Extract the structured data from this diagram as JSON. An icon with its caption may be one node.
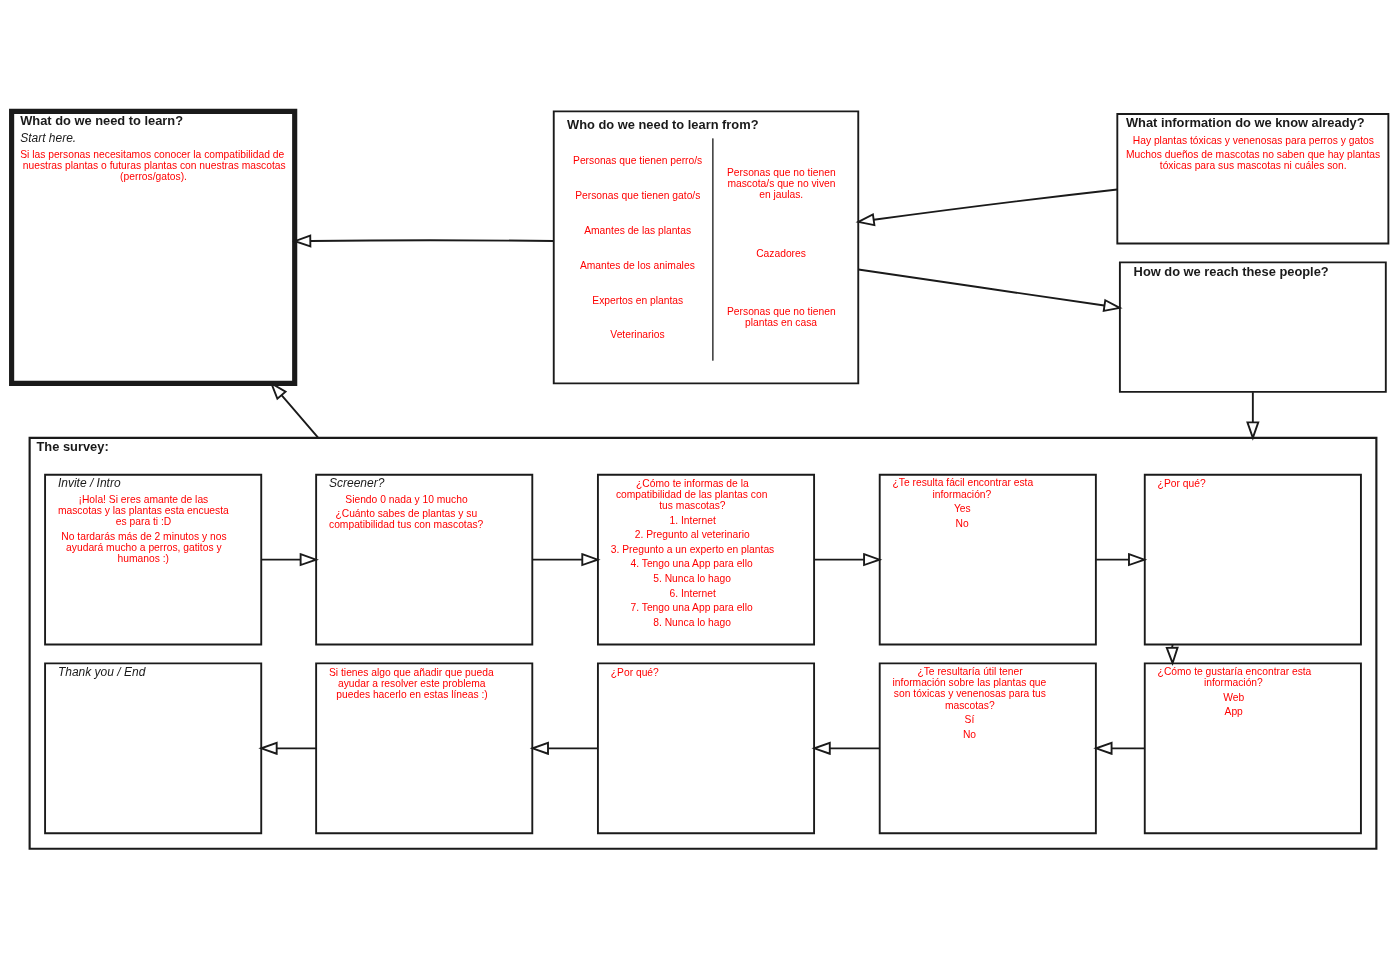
{
  "diagram": {
    "nodes": [
      {
        "text": [
          "What do we need to learn?",
          "Start here.",
          "Si las personas necesitamos conocer la compatibilidad de nuestras plantas o futuras plantas con nuestras mascotas (perros/gatos)."
        ]
      },
      {
        "text": [
          "Who do we need to learn from?",
          "Personas que tienen perro/s",
          "Personas que tienen gato/s",
          "Amantes de las plantas",
          "Amantes de los animales",
          "Expertos en plantas",
          "Veterinarios",
          "Personas que no tienen mascota/s que no viven en jaulas.",
          "Cazadores",
          "Personas que no tienen plantas en casa"
        ]
      },
      {
        "text": [
          "What information do we know already?",
          "Hay plantas tóxicas y venenosas para perros y gatos",
          "Muchos dueños de mascotas no saben que hay plantas tóxicas para sus mascotas ni cuáles son."
        ]
      },
      {
        "text": [
          "How do we reach these people?"
        ]
      },
      {
        "text": [
          "The survey:"
        ]
      },
      {
        "text": [
          "Invite / Intro",
          "¡Hola! Si eres amante de las mascotas y las plantas esta encuesta es para ti :D",
          "No tardarás más de 2 minutos y nos ayudará mucho a perros, gatitos y humanos :)"
        ],
        "in": 4
      },
      {
        "text": [
          "Screener?",
          "Siendo 0 nada y 10 mucho",
          "¿Cuánto sabes de plantas y su compatibilidad tus con mascotas?"
        ],
        "in": 4
      },
      {
        "text": [
          "¿Cómo te informas de la compatibilidad de las plantas con tus mascotas?",
          "1. Internet",
          "2. Pregunto al veterinario",
          "3. Pregunto a un experto en plantas",
          "4. Tengo una App para ello",
          "5. Nunca lo hago",
          "6. Internet",
          "7. Tengo una App para ello",
          "8. Nunca lo hago"
        ],
        "in": 4
      },
      {
        "text": [
          "¿Te resulta fácil encontrar esta información?",
          "Yes",
          "No"
        ],
        "in": 4
      },
      {
        "text": [
          "¿Por qué?"
        ],
        "in": 4
      },
      {
        "text": [
          "¿Cómo te gustaría encontrar esta información?",
          "Web",
          "App"
        ],
        "in": 4
      },
      {
        "text": [
          "¿Te resultaría útil tener información sobre las plantas que son tóxicas y venenosas para tus mascotas?",
          "Sí",
          "No"
        ],
        "in": 4
      },
      {
        "text": [
          "¿Por qué?"
        ],
        "in": 4
      },
      {
        "text": [
          "Si tienes algo que añadir que pueda ayudar a resolver este problema puedes hacerlo en estas líneas :)"
        ],
        "in": 4
      },
      {
        "text": [
          "Thank you / End"
        ],
        "in": 4
      }
    ],
    "edges": [
      {
        "from": 1,
        "to": 0,
        "arrow": "to"
      },
      {
        "from": 2,
        "to": 1,
        "arrow": "to"
      },
      {
        "from": 1,
        "to": 3,
        "arrow": "to"
      },
      {
        "from": 3,
        "to": 4,
        "arrow": "to"
      },
      {
        "from": 4,
        "to": 0,
        "arrow": "to"
      },
      {
        "from": 5,
        "to": 6,
        "arrow": "to"
      },
      {
        "from": 6,
        "to": 7,
        "arrow": "to"
      },
      {
        "from": 7,
        "to": 8,
        "arrow": "to"
      },
      {
        "from": 8,
        "to": 9,
        "arrow": "to"
      },
      {
        "from": 9,
        "to": 10,
        "arrow": "to"
      },
      {
        "from": 10,
        "to": 11,
        "arrow": "to"
      },
      {
        "from": 11,
        "to": 12,
        "arrow": "to"
      },
      {
        "from": 12,
        "to": 13,
        "arrow": "to"
      },
      {
        "from": 13,
        "to": 14,
        "arrow": "to"
      }
    ]
  }
}
